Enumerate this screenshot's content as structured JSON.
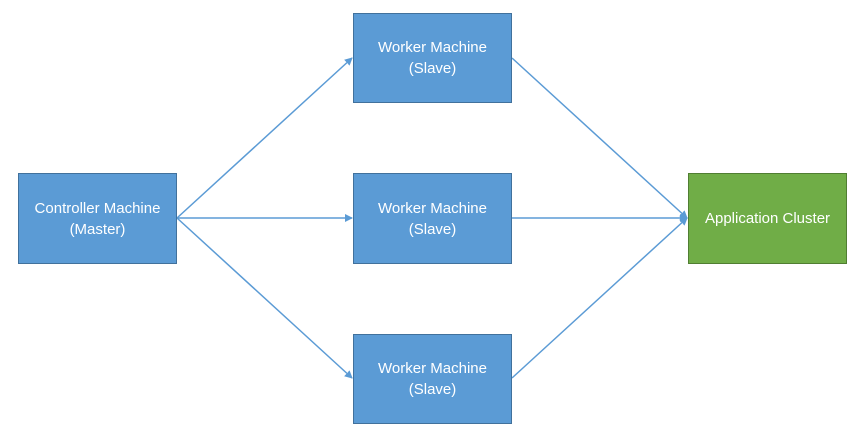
{
  "colors": {
    "node_blue": "#5b9bd5",
    "node_green": "#70ad47",
    "node_text": "#ffffff",
    "connector": "#5b9bd5"
  },
  "nodes": {
    "controller": {
      "line1": "Controller Machine",
      "line2": "(Master)"
    },
    "workers": [
      {
        "line1": "Worker Machine",
        "line2": "(Slave)"
      },
      {
        "line1": "Worker Machine",
        "line2": "(Slave)"
      },
      {
        "line1": "Worker Machine",
        "line2": "(Slave)"
      }
    ],
    "cluster": {
      "line1": "Application Cluster"
    }
  },
  "edges": [
    {
      "from": "controller",
      "to": "worker-1"
    },
    {
      "from": "controller",
      "to": "worker-2"
    },
    {
      "from": "controller",
      "to": "worker-3"
    },
    {
      "from": "worker-1",
      "to": "cluster"
    },
    {
      "from": "worker-2",
      "to": "cluster"
    },
    {
      "from": "worker-3",
      "to": "cluster"
    }
  ]
}
